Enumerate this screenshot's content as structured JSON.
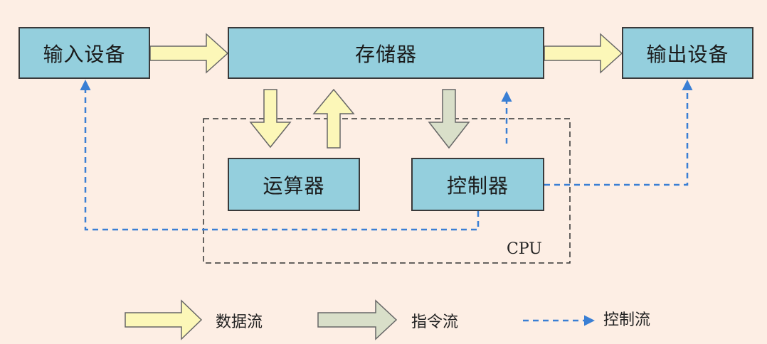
{
  "nodes": {
    "input": "输入设备",
    "memory": "存储器",
    "output": "输出设备",
    "alu": "运算器",
    "control": "控制器"
  },
  "cpu_label": "CPU",
  "legend": {
    "data_flow": "数据流",
    "instruction_flow": "指令流",
    "control_flow": "控制流"
  },
  "colors": {
    "background": "#fdeee4",
    "box_fill": "#94cfdd",
    "data_arrow": "#fcf7b8",
    "instruction_arrow": "#d9dfc9",
    "control_line": "#3a7fd4"
  }
}
